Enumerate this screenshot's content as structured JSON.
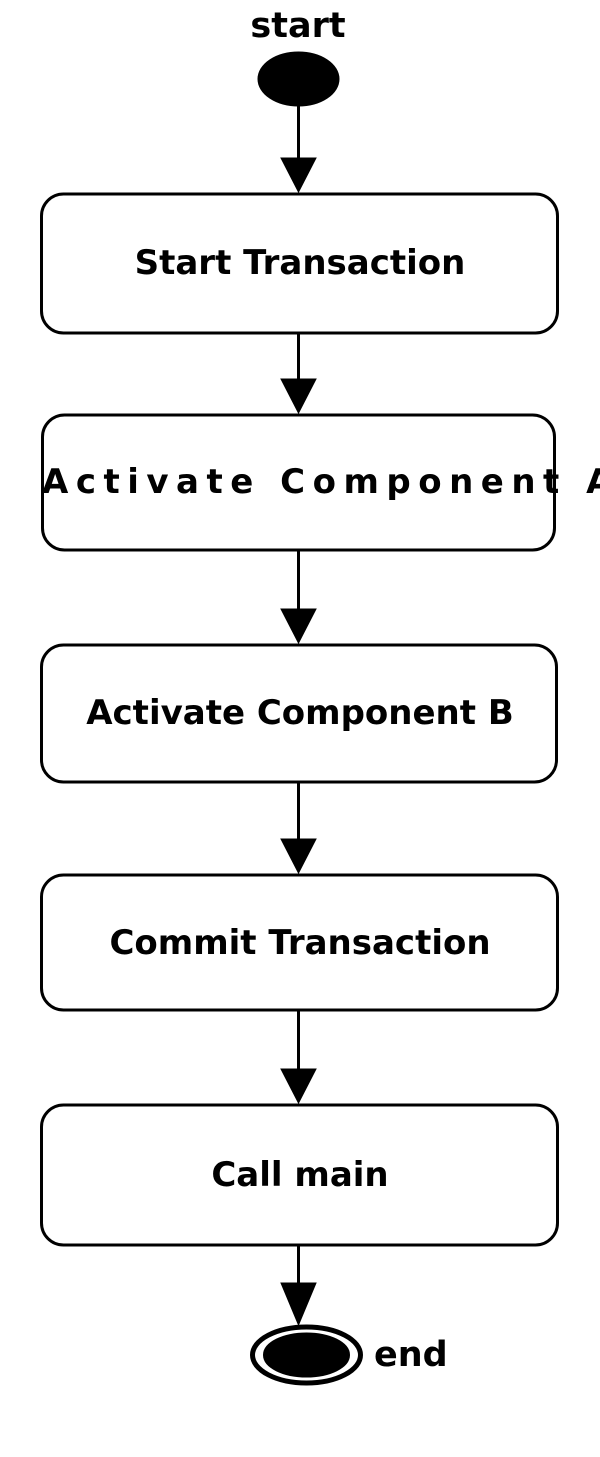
{
  "diagram": {
    "type": "uml-activity-diagram",
    "title": "",
    "background_color": "#ffffff",
    "stroke_color": "#000000",
    "fill_color": "#ffffff",
    "text_color": "#000000",
    "stroke_width": 3
  },
  "start": {
    "label": "start",
    "shape": "filled-ellipse"
  },
  "end": {
    "label": "end",
    "shape": "bullseye-ellipse"
  },
  "actions": [
    {
      "id": "start-transaction",
      "label": "Start Transaction",
      "shape": "rounded-rectangle",
      "overflow": false
    },
    {
      "id": "activate-component-a",
      "label": "Activate Component A",
      "shape": "rounded-rectangle",
      "overflow": true
    },
    {
      "id": "activate-component-b",
      "label": "Activate Component B",
      "shape": "rounded-rectangle",
      "overflow": false
    },
    {
      "id": "commit-transaction",
      "label": "Commit Transaction",
      "shape": "rounded-rectangle",
      "overflow": false
    },
    {
      "id": "call-main",
      "label": "Call main",
      "shape": "rounded-rectangle",
      "overflow": false
    }
  ],
  "edges": [
    {
      "from": "start",
      "to": "start-transaction",
      "label": ""
    },
    {
      "from": "start-transaction",
      "to": "activate-component-a",
      "label": ""
    },
    {
      "from": "activate-component-a",
      "to": "activate-component-b",
      "label": ""
    },
    {
      "from": "activate-component-b",
      "to": "commit-transaction",
      "label": ""
    },
    {
      "from": "commit-transaction",
      "to": "call-main",
      "label": ""
    },
    {
      "from": "call-main",
      "to": "end",
      "label": ""
    }
  ]
}
